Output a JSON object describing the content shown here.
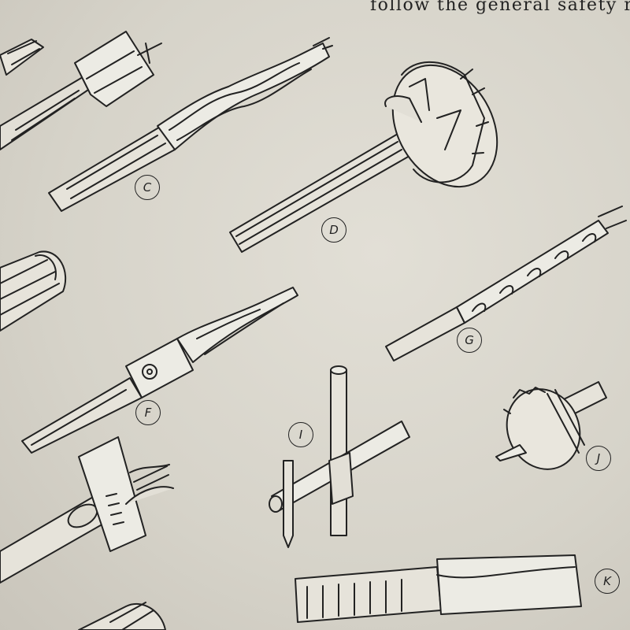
{
  "header": {
    "text": "follow the general safety rules applica"
  },
  "labels": {
    "c": "C",
    "d": "D",
    "f": "F",
    "g": "G",
    "i": "I",
    "j": "J",
    "k": "K"
  },
  "colors": {
    "paper": "#dcd9cf",
    "ink": "#222222"
  }
}
